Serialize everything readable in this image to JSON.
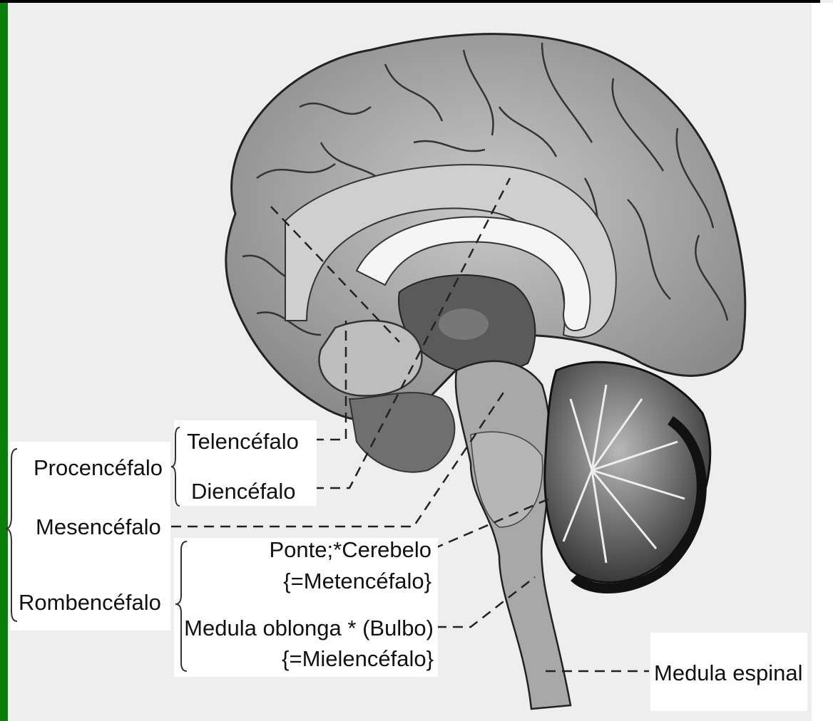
{
  "diagram": {
    "colors": {
      "left_border": "#0a7d0a",
      "top_border": "#000000",
      "background": "#eeeeee",
      "label_bg": "#ffffff"
    },
    "labels": {
      "telencefalo": "Telencéfalo",
      "diencefalo": "Diencéfalo",
      "procencefalo": "Procencéfalo",
      "mesencefalo": "Mesencéfalo",
      "ponte_cerebelo": "Ponte;*Cerebelo",
      "metencefalo": "{=Metencéfalo}",
      "rombencefalo": "Rombencéfalo",
      "medula_oblonga": "Medula oblonga * (Bulbo)",
      "mielencefalo": "{=Mielencéfalo}",
      "medula_espinal": "Medula espinal"
    }
  }
}
